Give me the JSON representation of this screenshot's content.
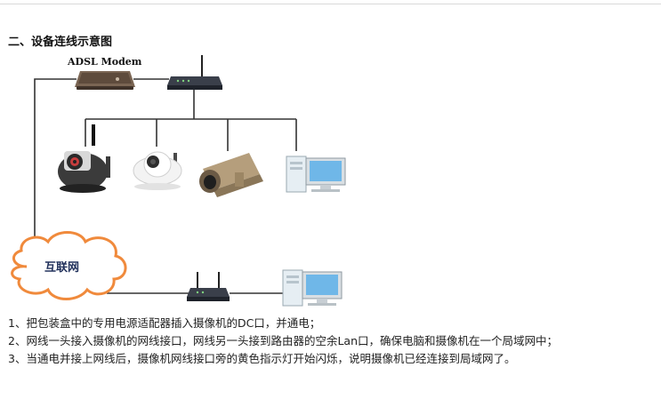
{
  "heading": "二、设备连线示意图",
  "diagram": {
    "modem_label": "ADSL Modem",
    "cloud_label": "互联网",
    "colors": {
      "line": "#333333",
      "cloud_stroke": "#f08a3c",
      "modem": "#6e5a4a",
      "router": "#2b2f38",
      "monitor_screen": "#6fb7e8",
      "pc_case": "#e6eef3"
    },
    "icons": [
      "modem-icon",
      "router-icon",
      "ptz-camera-icon",
      "dome-camera-icon",
      "bullet-camera-icon",
      "computer-icon",
      "cloud-icon"
    ]
  },
  "steps": [
    "1、把包装盒中的专用电源适配器插入摄像机的DC口，并通电；",
    "2、网线一头接入摄像机的网线接口，网线另一头接到路由器的空余Lan口，确保电脑和摄像机在一个局域网中；",
    "3、当通电并接上网线后，摄像机网线接口旁的黄色指示灯开始闪烁，说明摄像机已经连接到局域网了。"
  ]
}
